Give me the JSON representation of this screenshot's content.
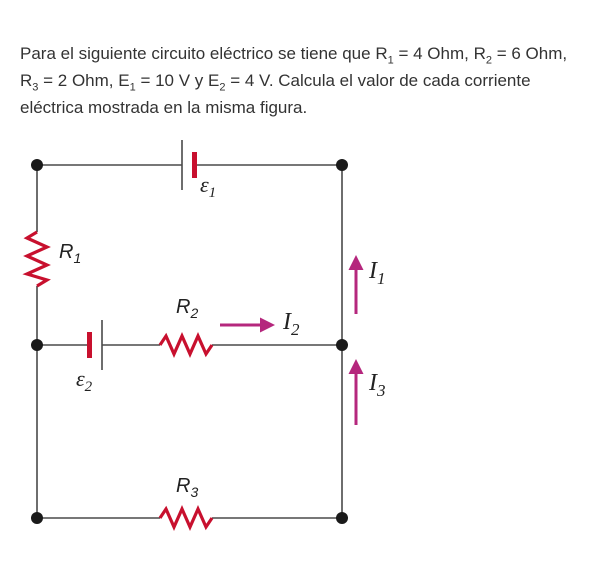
{
  "problem": {
    "part1": "Para el siguiente circuito eléctrico se tiene que ",
    "r1_sym": "R",
    "r1_sub": "1",
    "r1_eq": " = 4 Ohm, ",
    "r2_sym": "R",
    "r2_sub": "2",
    "r2_eq": " = 6 Ohm, ",
    "r3_sym": "R",
    "r3_sub": "3",
    "r3_eq": " = 2 Ohm, ",
    "e1_sym": "E",
    "e1_sub": "1",
    "e1_eq": " = 10 V y ",
    "e2_sym": "E",
    "e2_sub": "2",
    "e2_eq": " = 4 V. Calcula el valor de cada corriente eléctrica mostrada en la misma figura."
  },
  "circuit": {
    "labels": {
      "e1": {
        "main": "ε",
        "sub": "1"
      },
      "e2": {
        "main": "ε",
        "sub": "2"
      },
      "r1": {
        "main": "R",
        "sub": "1"
      },
      "r2": {
        "main": "R",
        "sub": "2"
      },
      "r3": {
        "main": "R",
        "sub": "3"
      },
      "i1": {
        "main": "I",
        "sub": "1"
      },
      "i2": {
        "main": "I",
        "sub": "2"
      },
      "i3": {
        "main": "I",
        "sub": "3"
      }
    },
    "colors": {
      "wire": "#4a4a4a",
      "component": "#c8102e",
      "arrow": "#b5277d",
      "node": "#1a1a1a",
      "label": "#222222"
    }
  }
}
